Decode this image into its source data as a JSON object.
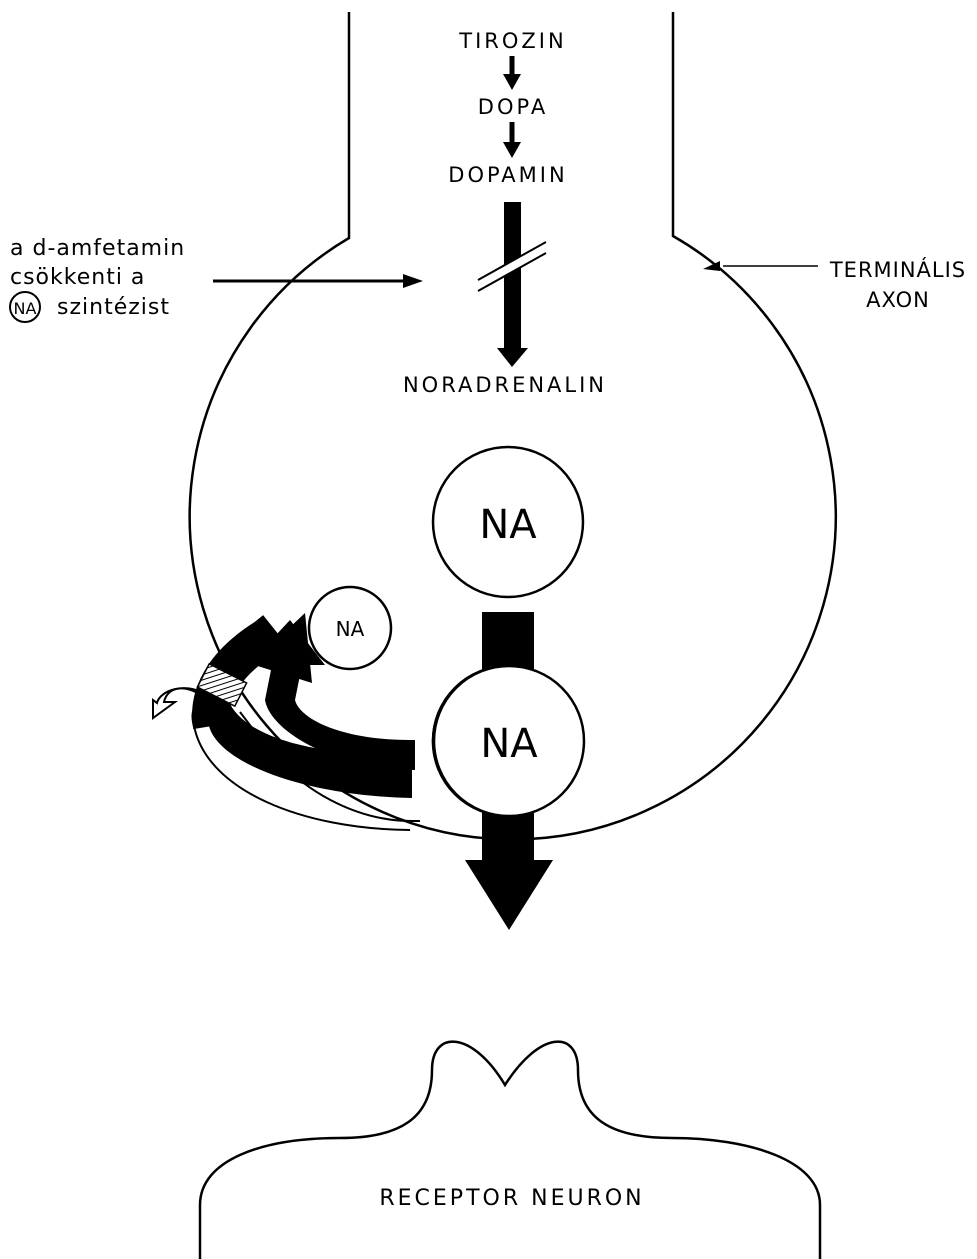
{
  "pathway": {
    "step1": "TIROZIN",
    "step2": "DOPA",
    "step3": "DOPAMIN",
    "step4": "NORADRENALIN"
  },
  "annotation": {
    "line1": "a d-amfetamin",
    "line2": "csökkenti a",
    "badge": "NA",
    "line3": "szintézist"
  },
  "axon_label": {
    "line1": "TERMINÁLIS",
    "line2": "AXON"
  },
  "vesicles": {
    "storage": "NA",
    "reuptake": "NA",
    "synaptic": "NA"
  },
  "receptor_label": "RECEPTOR NEURON",
  "colors": {
    "ink": "#000000",
    "paper": "#ffffff"
  }
}
